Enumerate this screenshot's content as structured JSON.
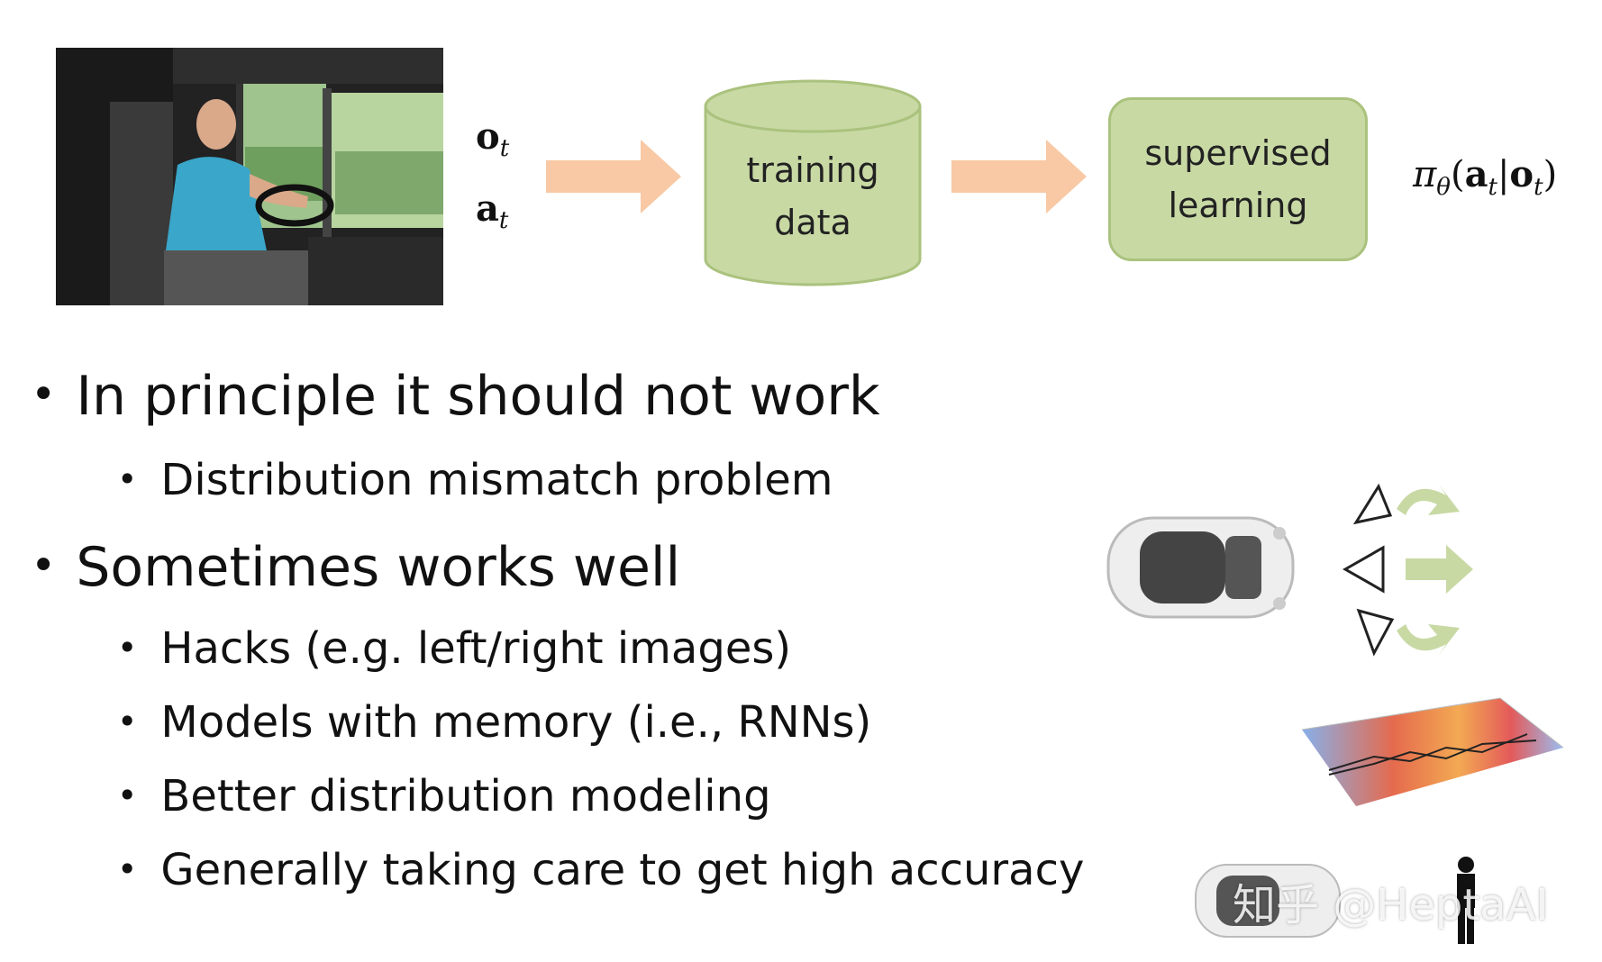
{
  "diagram": {
    "obs_label": "o",
    "obs_sub": "t",
    "act_label": "a",
    "act_sub": "t",
    "training_line1": "training",
    "training_line2": "data",
    "supervised_line1": "supervised",
    "supervised_line2": "learning",
    "policy_pi": "π",
    "policy_theta": "θ",
    "policy_open": "(",
    "policy_a": "a",
    "policy_a_sub": "t",
    "policy_bar": "|",
    "policy_o": "o",
    "policy_o_sub": "t",
    "policy_close": ")"
  },
  "bullets": [
    {
      "level": 1,
      "text": "In principle it should not work"
    },
    {
      "level": 2,
      "text": "Distribution mismatch problem"
    },
    {
      "level": 1,
      "text": "Sometimes works well"
    },
    {
      "level": 2,
      "text": "Hacks (e.g. left/right images)"
    },
    {
      "level": 2,
      "text": "Models with memory (i.e., RNNs)"
    },
    {
      "level": 2,
      "text": "Better distribution modeling"
    },
    {
      "level": 2,
      "text": "Generally taking care to get high accuracy"
    }
  ],
  "bullet_symbol": "•",
  "watermark": "知乎 @HeptaAI",
  "colors": {
    "arrow": "#f8c9a4",
    "green_fill": "#c8d9a4",
    "green_border": "#aac27d"
  }
}
